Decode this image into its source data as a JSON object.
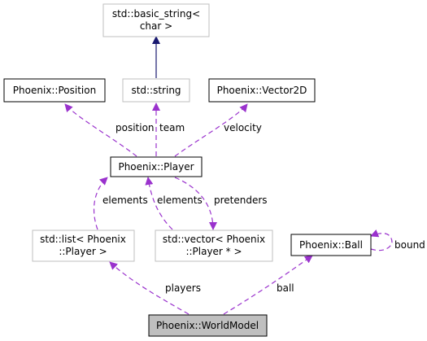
{
  "colors": {
    "usage_edge": "#9a32cd",
    "inheritance_edge": "#191970",
    "gray_border": "#bfbfbf",
    "target_fill": "#bfbfbf"
  },
  "nodes": {
    "basic_string": {
      "line1": "std::basic_string<",
      "line2": "char >"
    },
    "std_string": {
      "label": "std::string"
    },
    "position": {
      "label": "Phoenix::Position"
    },
    "vector2d": {
      "label": "Phoenix::Vector2D"
    },
    "player": {
      "label": "Phoenix::Player"
    },
    "list": {
      "line1": "std::list< Phoenix",
      "line2": "::Player >"
    },
    "vector": {
      "line1": "std::vector< Phoenix",
      "line2": "::Player * >"
    },
    "ball": {
      "label": "Phoenix::Ball"
    },
    "worldmodel": {
      "label": "Phoenix::WorldModel"
    }
  },
  "edge_labels": {
    "position": "position",
    "team": "team",
    "velocity": "velocity",
    "list_elements": "elements",
    "vector_elements": "elements",
    "pretenders": "pretenders",
    "players": "players",
    "ball": "ball",
    "bound": "bound"
  }
}
